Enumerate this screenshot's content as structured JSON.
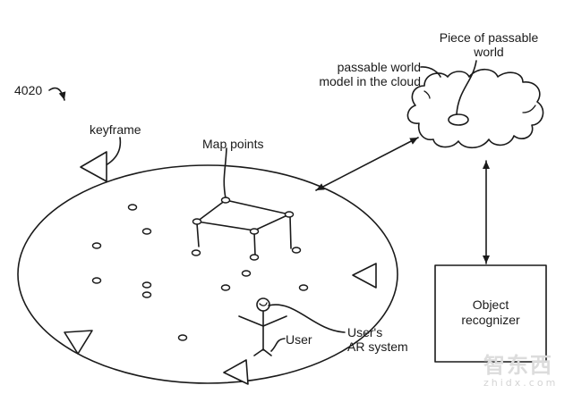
{
  "figure": {
    "reference_number": "4020",
    "labels": {
      "keyframe": "keyframe",
      "map_points": "Map points",
      "cloud_model_line1": "passable world",
      "cloud_model_line2": "model in the cloud",
      "piece_line1": "Piece of passable",
      "piece_line2": "world",
      "user": "User",
      "ar_system_line1": "User's",
      "ar_system_line2": "AR system"
    },
    "object_recognizer": {
      "line1": "Object",
      "line2": "recognizer"
    },
    "connections": [
      {
        "from": "passable-world-area",
        "to": "cloud",
        "type": "bidirectional"
      },
      {
        "from": "cloud",
        "to": "object-recognizer",
        "type": "bidirectional"
      }
    ]
  },
  "watermark": {
    "chinese": "智东西",
    "domain": "zhidx.com"
  }
}
